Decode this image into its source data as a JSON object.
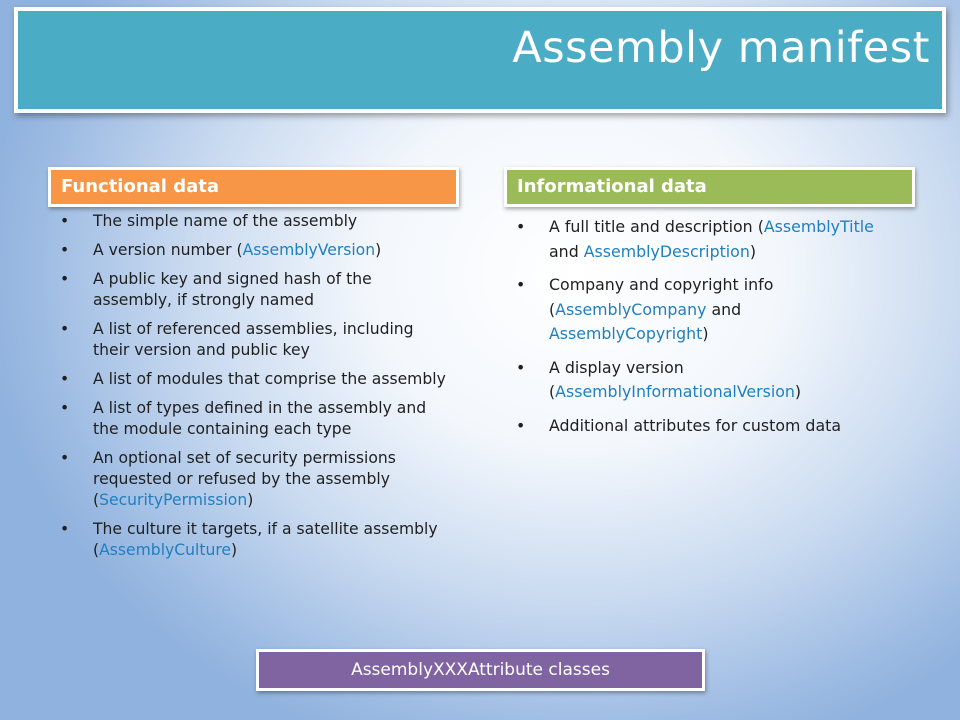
{
  "title": "Assembly manifest",
  "functional": {
    "header": "Functional data",
    "items": [
      {
        "text": "The simple name of the assembly"
      },
      {
        "pre": "A version number (",
        "attr": "AssemblyVersion",
        "post": ")"
      },
      {
        "text": "A public key and signed hash of the assembly, if strongly named"
      },
      {
        "text": "A list of referenced assemblies, including their version and public key"
      },
      {
        "text": "A list of modules that comprise the assembly"
      },
      {
        "text": "A list of types defined in the assembly and the module containing each type"
      },
      {
        "pre": "An optional set of security permissions requested or refused by the assembly (",
        "attr": "SecurityPermission",
        "post": ")"
      },
      {
        "pre": "The culture it targets, if a satellite assembly (",
        "attr": "AssemblyCulture",
        "post": ")"
      }
    ]
  },
  "informational": {
    "header": "Informational data",
    "items": [
      {
        "pre": "A full title and description (",
        "attr": "AssemblyTitle",
        "mid": " and ",
        "attr2": "AssemblyDescription",
        "post": ")"
      },
      {
        "pre": "Company and copyright info (",
        "attr": "AssemblyCompany",
        "mid": " and ",
        "attr2": "AssemblyCopyright",
        "post": ")"
      },
      {
        "pre": "A display version (",
        "attr": "AssemblyInformationalVersion",
        "post": ")"
      },
      {
        "text": "Additional attributes for custom data"
      }
    ]
  },
  "footer": "AssemblyXXXAttribute classes",
  "colors": {
    "title_banner": "#4bacc6",
    "functional_header": "#f79646",
    "informational_header": "#9bbb59",
    "footer_box": "#8064a2",
    "attribute_text": "#1f7fc0"
  }
}
